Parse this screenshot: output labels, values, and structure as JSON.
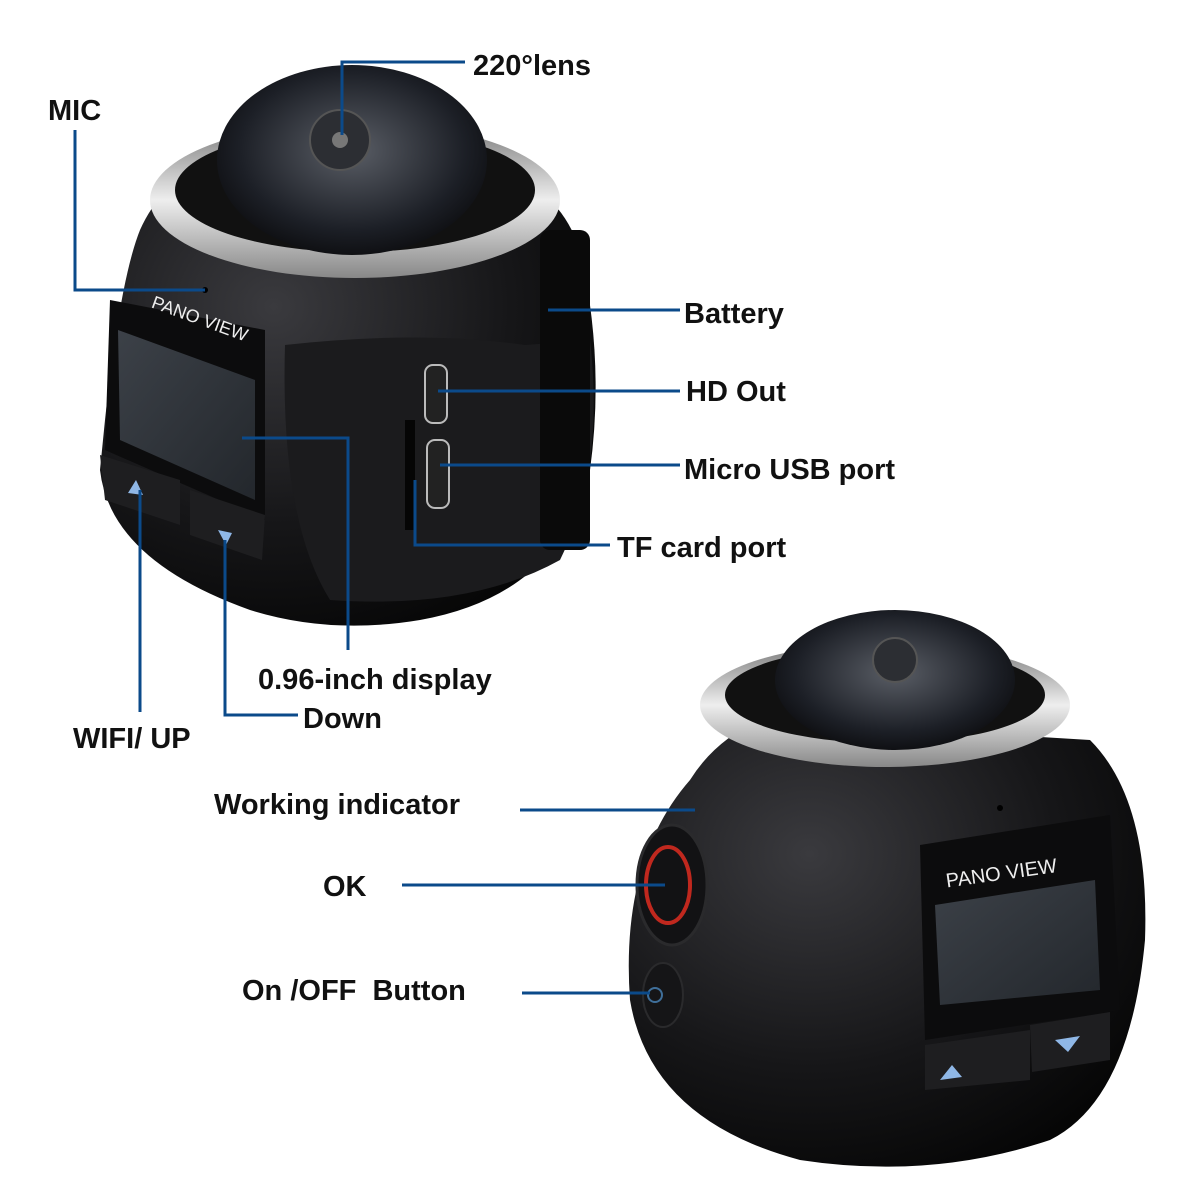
{
  "colors": {
    "leader_line": "#0b4a8a",
    "camera_body": "#141416",
    "lens_ring": "#c9c9c9",
    "ok_ring": "#c0281e"
  },
  "camera_branding": "PANO VIEW",
  "labels": {
    "lens": "220°lens",
    "mic": "MIC",
    "battery": "Battery",
    "hd_out": "HD Out",
    "micro_usb": "Micro USB port",
    "tf_card": "TF card port",
    "display": "0.96-inch display",
    "down": "Down",
    "wifi_up": "WIFI/ UP",
    "working_indicator": "Working indicator",
    "ok": "OK",
    "on_off": "On /OFF  Button"
  }
}
